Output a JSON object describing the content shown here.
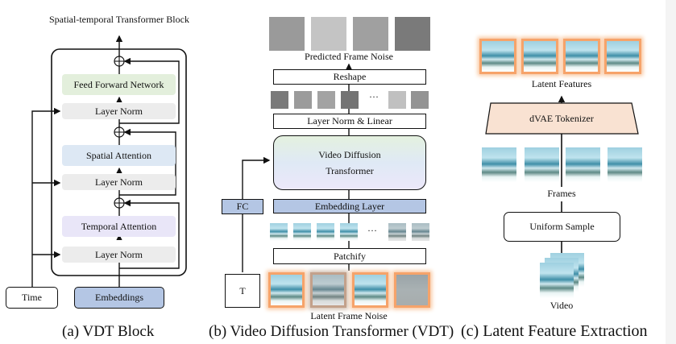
{
  "panel_a": {
    "title": "Spatial-temporal Transformer Block",
    "blocks": {
      "ffn": "Feed Forward Network",
      "norm_top": "Layer Norm",
      "spatial": "Spatial Attention",
      "norm_mid": "Layer Norm",
      "temporal": "Temporal Attention",
      "norm_bottom": "Layer Norm"
    },
    "inputs": {
      "time": "Time",
      "embeddings": "Embeddings"
    },
    "add_symbol": "⊕",
    "caption": "(a) VDT Block",
    "colors": {
      "ffn": "#e3efdc",
      "spatial": "#dde8f4",
      "temporal": "#e9e6f8",
      "norm": "#ececec",
      "embeddings": "#b4c6e4"
    }
  },
  "panel_b": {
    "output_label": "Predicted Frame Noise",
    "reshape": "Reshape",
    "ellipsis": "···",
    "layernorm_linear": "Layer Norm & Linear",
    "transformer": [
      "Video Diffusion",
      "Transformer"
    ],
    "embedding_layer": "Embedding Layer",
    "patchify": "Patchify",
    "fc": "FC",
    "t": "T",
    "input_label": "Latent Frame Noise",
    "caption": "(b) Video Diffusion Transformer (VDT)",
    "noise_tiles": [
      "#9a9a9a",
      "#c4c4c4",
      "#a0a0a0",
      "#7a7a7a"
    ],
    "token_tiles": [
      "#7a7a7a",
      "#9b9b9b",
      "#a3a3a3",
      "#747474",
      "#c0c0c0",
      "#939393"
    ],
    "colors": {
      "embedding_layer": "#b4c6e4",
      "fc": "#b4c6e4",
      "glow": "#f6a36a"
    }
  },
  "panel_c": {
    "latent_label": "Latent Features",
    "tokenizer": "dVAE Tokenizer",
    "frames_label": "Frames",
    "uniform_sample": "Uniform Sample",
    "video_label": "Video",
    "caption": "(c) Latent Feature Extraction",
    "colors": {
      "tokenizer": "#f9e2d2",
      "glow": "#f6a36a"
    }
  }
}
